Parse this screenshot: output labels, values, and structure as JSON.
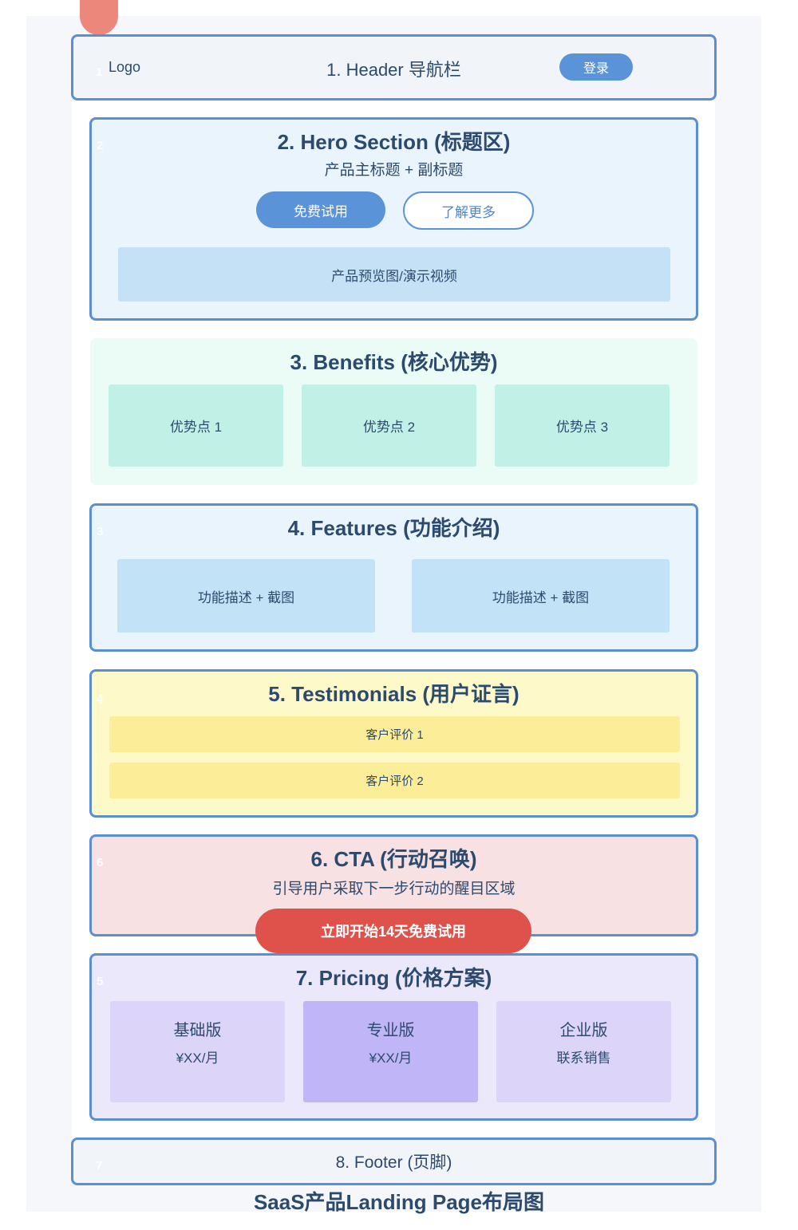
{
  "header": {
    "logo": "Logo",
    "title": "1. Header 导航栏",
    "login": "登录",
    "num": "1"
  },
  "hero": {
    "num": "2",
    "title": "2. Hero Section (标题区)",
    "subtitle": "产品主标题 + 副标题",
    "primary_button": "免费试用",
    "secondary_button": "了解更多",
    "preview": "产品预览图/演示视频"
  },
  "benefits": {
    "title": "3. Benefits (核心优势)",
    "items": [
      "优势点 1",
      "优势点 2",
      "优势点 3"
    ]
  },
  "features": {
    "num": "3",
    "title": "4. Features (功能介绍)",
    "items": [
      "功能描述 + 截图",
      "功能描述 + 截图"
    ]
  },
  "testimonials": {
    "num": "4",
    "title": "5. Testimonials (用户证言)",
    "items": [
      "客户评价 1",
      "客户评价 2"
    ]
  },
  "cta": {
    "num": "6",
    "title": "6. CTA (行动召唤)",
    "subtitle": "引导用户采取下一步行动的醒目区域",
    "button": "立即开始14天免费试用"
  },
  "pricing": {
    "num": "5",
    "title": "7. Pricing (价格方案)",
    "plans": [
      {
        "name": "基础版",
        "price": "¥XX/月"
      },
      {
        "name": "专业版",
        "price": "¥XX/月"
      },
      {
        "name": "企业版",
        "price": "联系销售"
      }
    ]
  },
  "footer": {
    "num": "7",
    "label": "8. Footer (页脚)"
  },
  "caption": "SaaS产品Landing Page布局图"
}
